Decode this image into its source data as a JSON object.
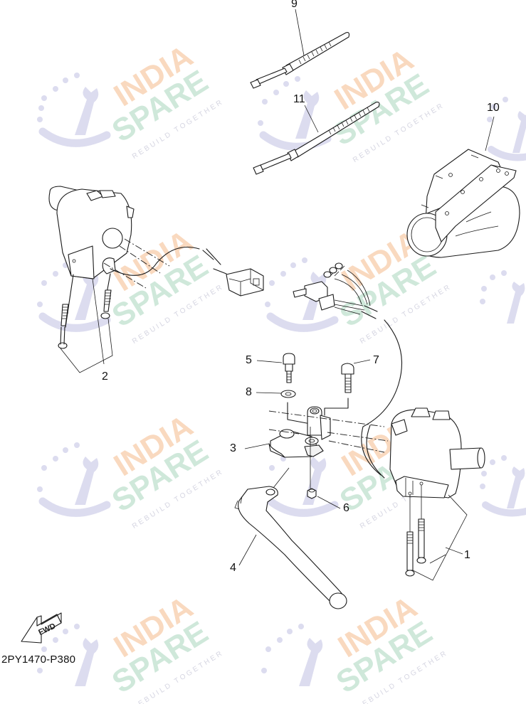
{
  "diagram": {
    "type": "exploded-parts-diagram",
    "subject": "Handle switch and lever assembly",
    "drawing_code": "2PY1470-P380",
    "direction_marker": {
      "label": "FWD",
      "icon": "forward-arrow-icon"
    },
    "background": "#ffffff",
    "line_color": "#1a1a1a"
  },
  "callouts": [
    {
      "id": "1",
      "label": "1",
      "part": "right handlebar switch with screws"
    },
    {
      "id": "2",
      "label": "2",
      "part": "left handlebar switch with screws"
    },
    {
      "id": "3",
      "label": "3",
      "part": "lever holder"
    },
    {
      "id": "4",
      "label": "4",
      "part": "lever"
    },
    {
      "id": "5",
      "label": "5",
      "part": "pivot bolt"
    },
    {
      "id": "6",
      "label": "6",
      "part": "nut"
    },
    {
      "id": "7",
      "label": "7",
      "part": "bolt"
    },
    {
      "id": "8",
      "label": "8",
      "part": "washer"
    },
    {
      "id": "9",
      "label": "9",
      "part": "cable tie"
    },
    {
      "id": "10",
      "label": "10",
      "part": "bracket / shield assembly"
    },
    {
      "id": "11",
      "label": "11",
      "part": "cable tie (long)"
    }
  ],
  "watermark": {
    "line1": "INDIA",
    "line2": "SPARE",
    "tagline": "REBUILD TOGETHER",
    "colors": {
      "india": "#f9d9bf",
      "spare": "#cfe8da",
      "tagline": "#d6d6e2",
      "icon": "#dcdcef"
    }
  }
}
